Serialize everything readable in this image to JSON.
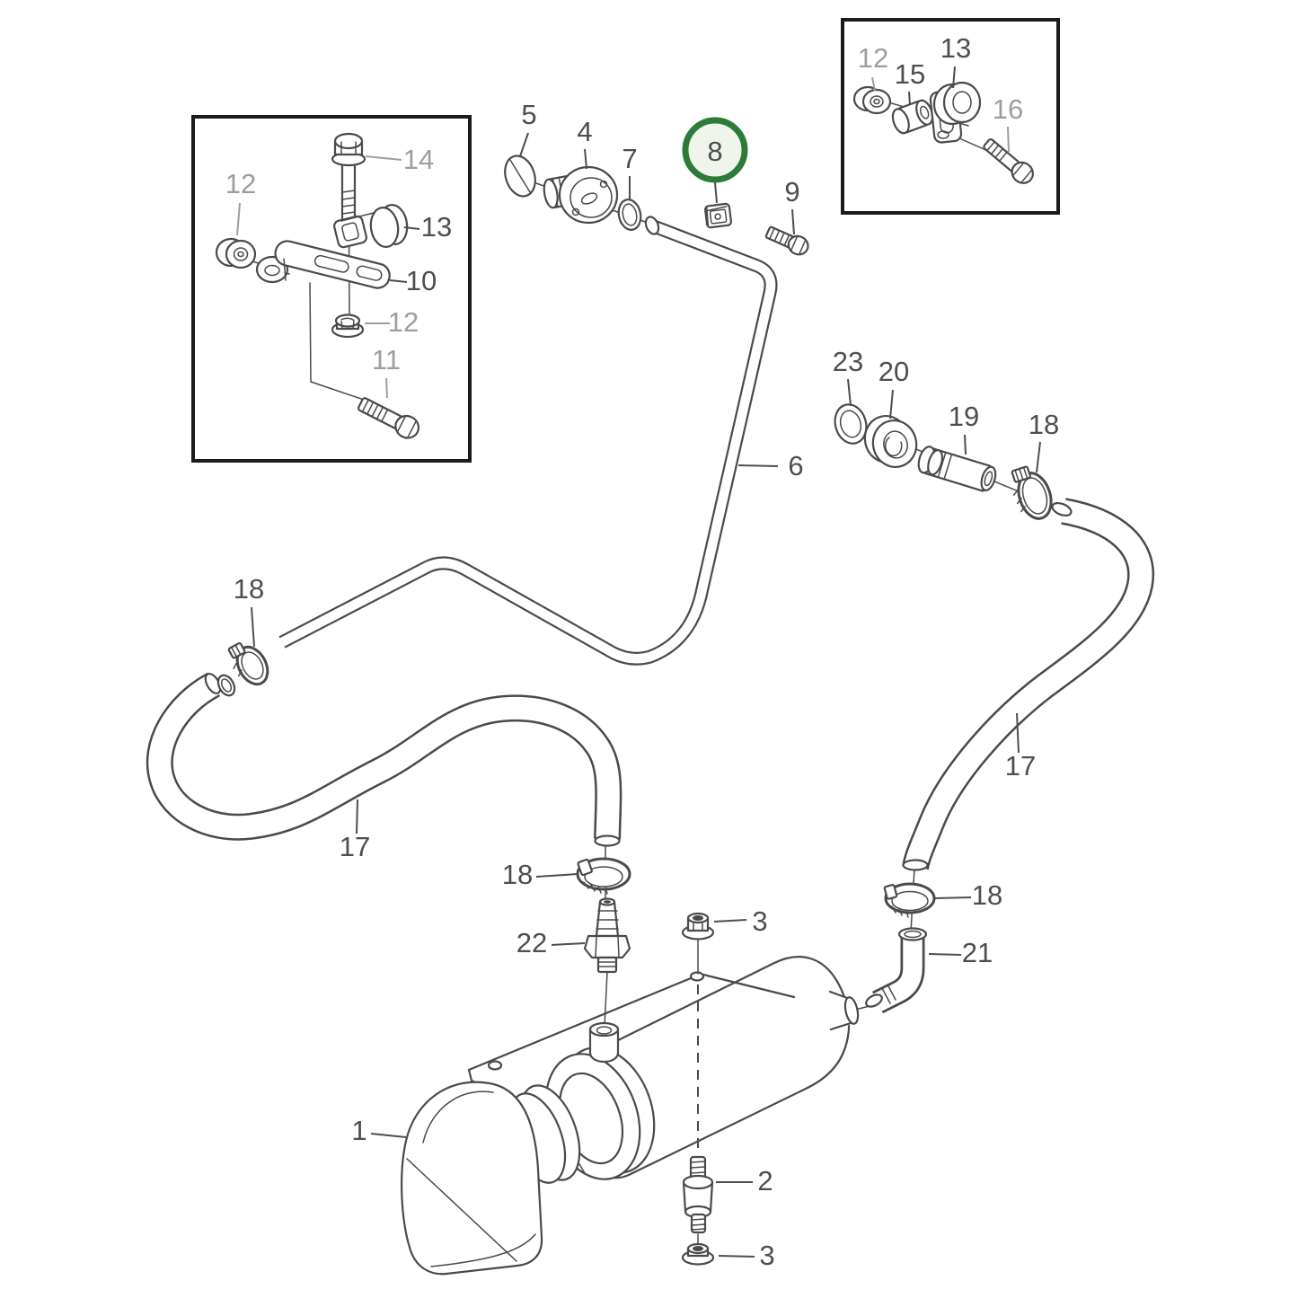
{
  "diagram": {
    "description": "exploded-parts-diagram",
    "background": "#ffffff",
    "line_color": "#4a4a4a",
    "label_color": "#4e4e4e",
    "label_color_muted": "#9e9e9e",
    "inset_border_color": "#1c1c1c",
    "highlight": {
      "part_number": "8",
      "ring_color": "#2c7c38",
      "fill_color": "#f0f5ec"
    },
    "callouts": [
      {
        "text": "5",
        "tone": "dark"
      },
      {
        "text": "4",
        "tone": "dark"
      },
      {
        "text": "7",
        "tone": "dark"
      },
      {
        "text": "8",
        "tone": "dark"
      },
      {
        "text": "9",
        "tone": "dark"
      },
      {
        "text": "6",
        "tone": "dark"
      },
      {
        "text": "23",
        "tone": "dark"
      },
      {
        "text": "20",
        "tone": "dark"
      },
      {
        "text": "19",
        "tone": "dark"
      },
      {
        "text": "18",
        "tone": "dark"
      },
      {
        "text": "18",
        "tone": "dark"
      },
      {
        "text": "17",
        "tone": "dark"
      },
      {
        "text": "17",
        "tone": "dark"
      },
      {
        "text": "18",
        "tone": "dark"
      },
      {
        "text": "22",
        "tone": "dark"
      },
      {
        "text": "3",
        "tone": "dark"
      },
      {
        "text": "18",
        "tone": "dark"
      },
      {
        "text": "21",
        "tone": "dark"
      },
      {
        "text": "2",
        "tone": "dark"
      },
      {
        "text": "3",
        "tone": "dark"
      },
      {
        "text": "1",
        "tone": "dark"
      },
      {
        "text": "14",
        "tone": "gray"
      },
      {
        "text": "12",
        "tone": "gray"
      },
      {
        "text": "13",
        "tone": "dark"
      },
      {
        "text": "10",
        "tone": "dark"
      },
      {
        "text": "12",
        "tone": "gray"
      },
      {
        "text": "11",
        "tone": "gray"
      },
      {
        "text": "12",
        "tone": "gray"
      },
      {
        "text": "15",
        "tone": "dark"
      },
      {
        "text": "13",
        "tone": "dark"
      },
      {
        "text": "16",
        "tone": "gray"
      }
    ]
  }
}
